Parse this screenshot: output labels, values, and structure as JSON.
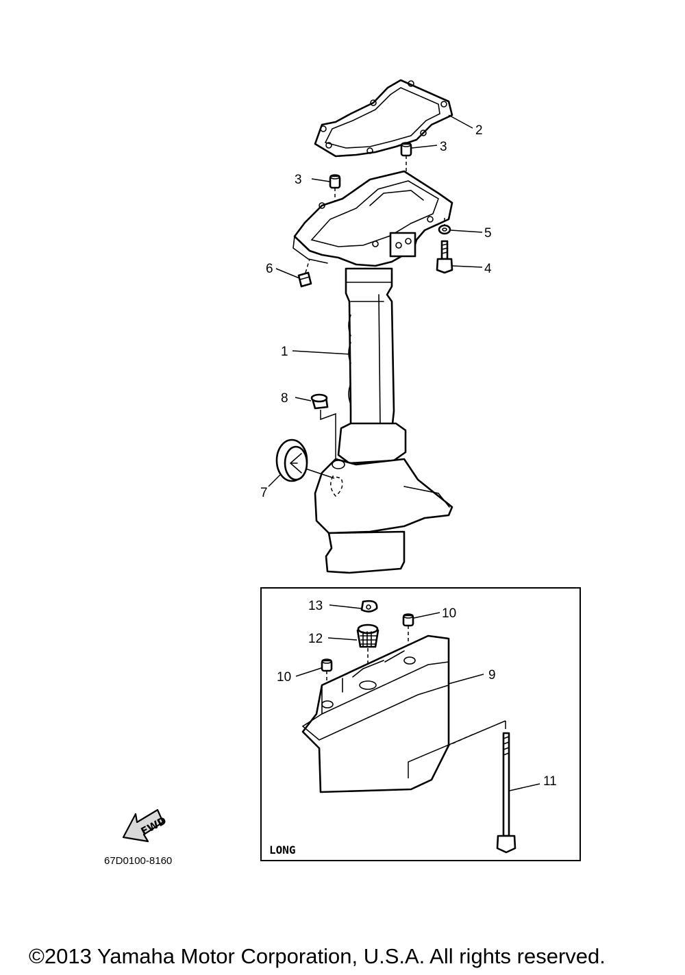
{
  "callouts": {
    "c1": "1",
    "c2": "2",
    "c3a": "3",
    "c3b": "3",
    "c4": "4",
    "c5": "5",
    "c6": "6",
    "c7": "7",
    "c8": "8",
    "c9": "9",
    "c10a": "10",
    "c10b": "10",
    "c11": "11",
    "c12": "12",
    "c13": "13"
  },
  "inset_label": "LONG",
  "fwd_label": "FWD",
  "diagram_code": "67D0100-8160",
  "copyright": "©2013 Yamaha Motor Corporation, U.S.A. All rights reserved."
}
